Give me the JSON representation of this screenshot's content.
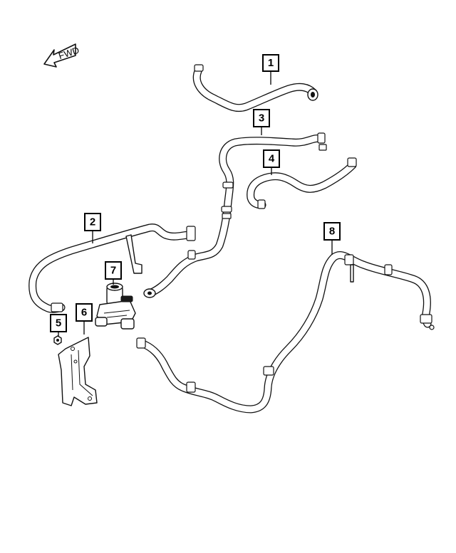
{
  "direction_indicator": {
    "label": "FWD"
  },
  "callouts": [
    {
      "id": "1",
      "label": "1"
    },
    {
      "id": "2",
      "label": "2"
    },
    {
      "id": "3",
      "label": "3"
    },
    {
      "id": "4",
      "label": "4"
    },
    {
      "id": "5",
      "label": "5"
    },
    {
      "id": "6",
      "label": "6"
    },
    {
      "id": "7",
      "label": "7"
    },
    {
      "id": "8",
      "label": "8"
    }
  ],
  "colors": {
    "line": "#111111",
    "background": "#ffffff"
  }
}
